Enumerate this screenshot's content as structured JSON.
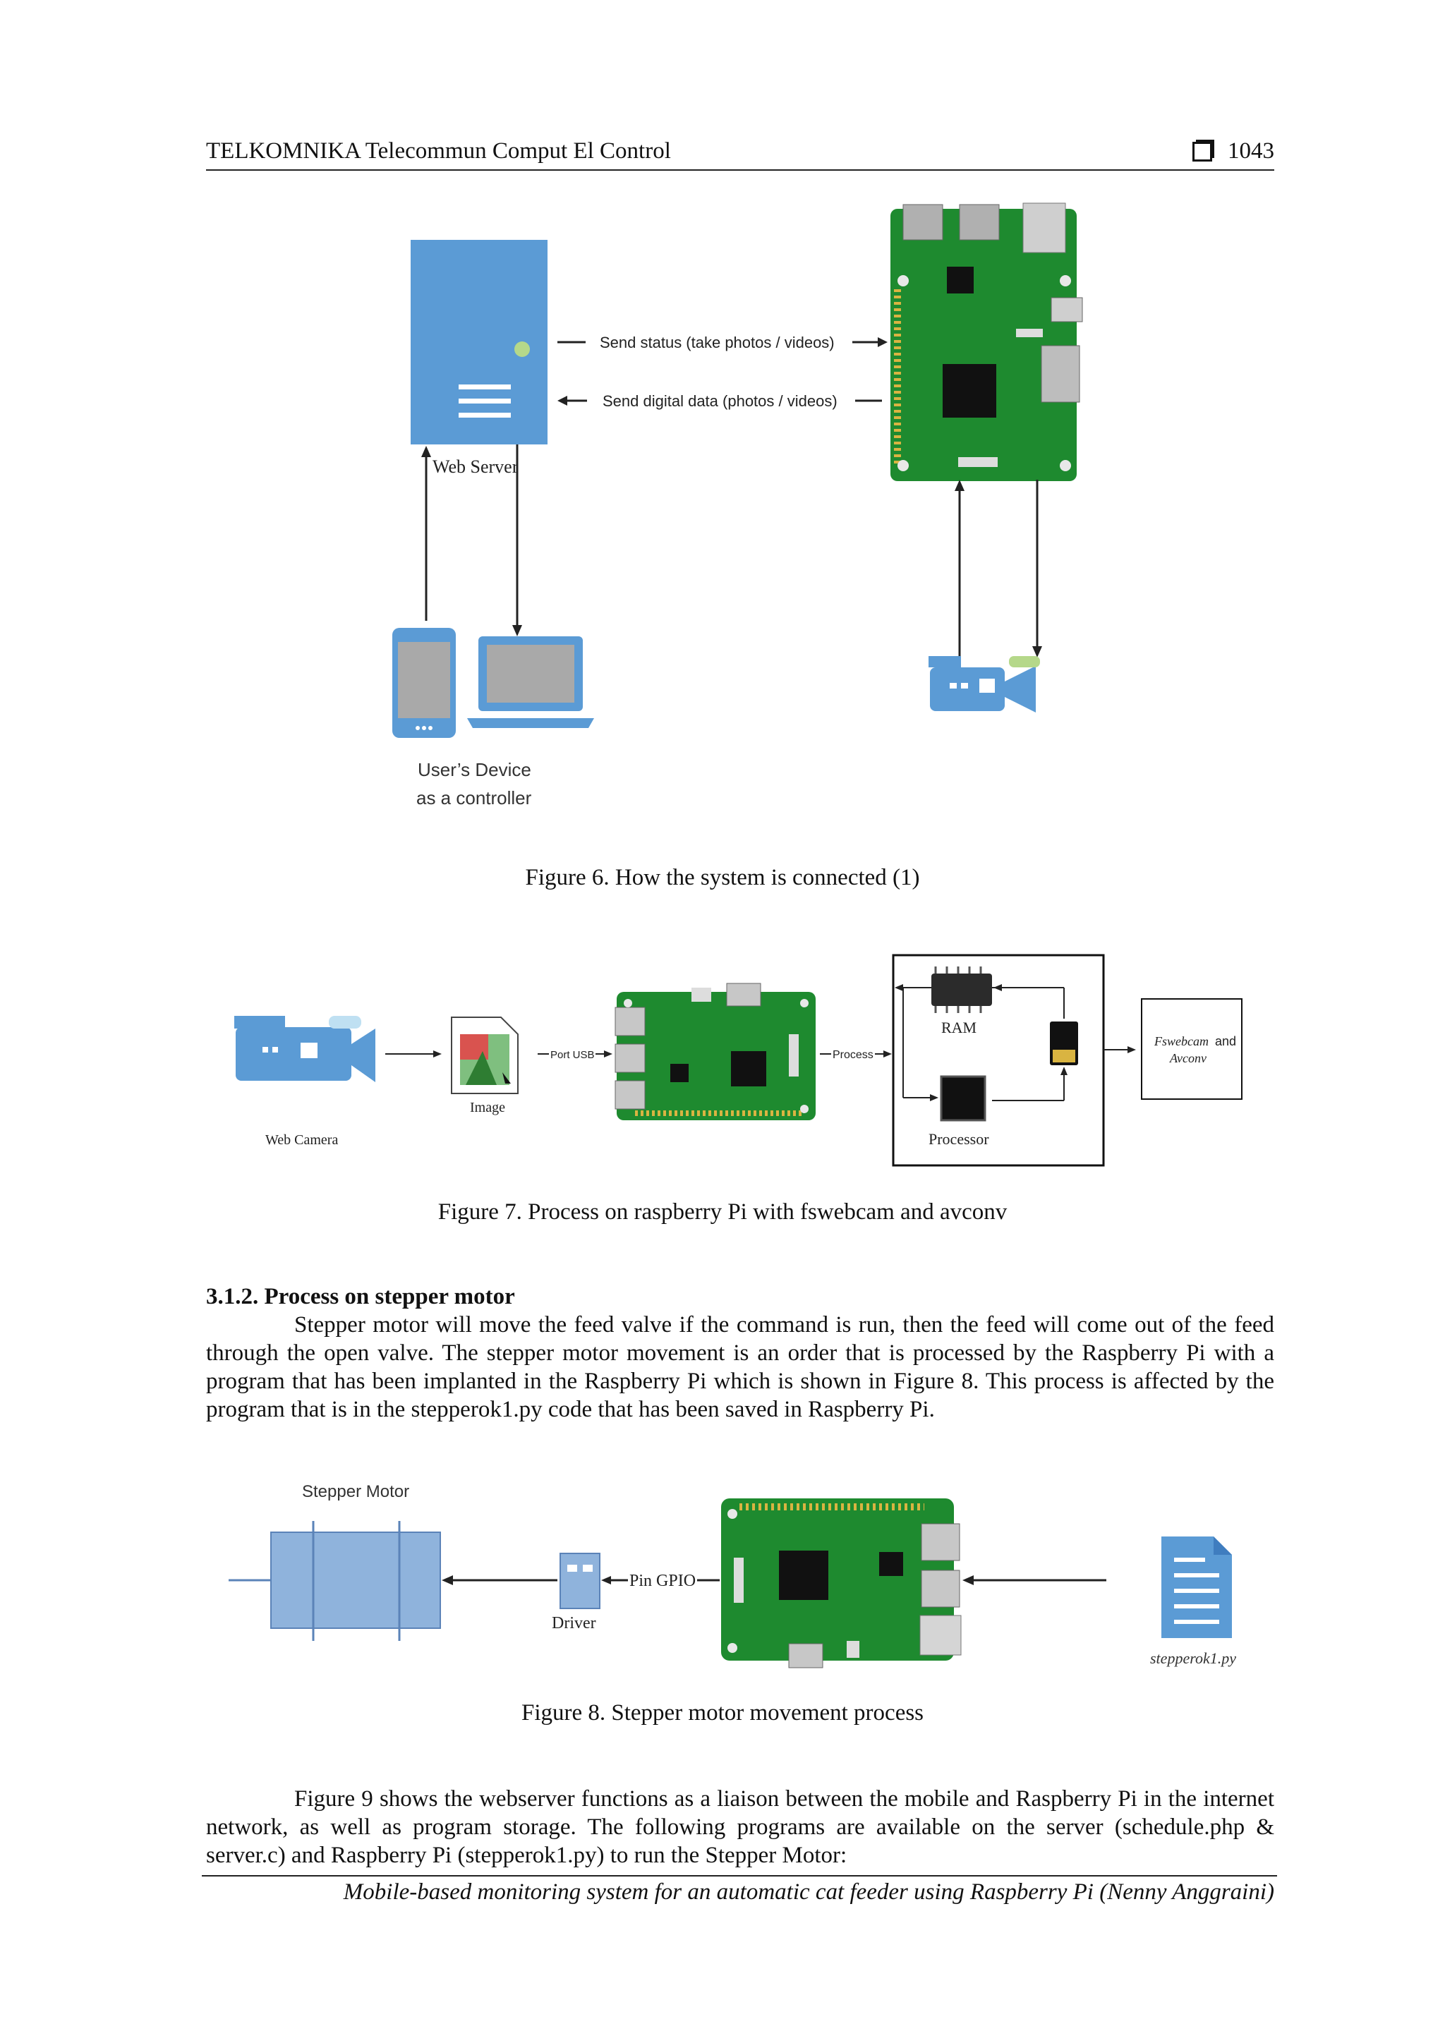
{
  "header": {
    "journal": "TELKOMNIKA Telecommun Comput El Control",
    "page_number": "1043",
    "box_icon": "square-bullet-icon"
  },
  "figure6": {
    "caption": "Figure 6. How the system is connected (1)",
    "server_label": "Web Server",
    "arrow_top_label": "Send status (take photos / videos)",
    "arrow_bottom_label": "Send digital data (photos / videos)",
    "device_label_line1": "User’s Device",
    "device_label_line2": "as a controller",
    "icons": [
      "server-icon",
      "raspberry-pi-board-icon",
      "smartphone-icon",
      "laptop-icon",
      "video-camera-icon"
    ]
  },
  "figure7": {
    "caption": "Figure 7. Process on raspberry Pi with fswebcam and avconv",
    "camera_label": "Web Camera",
    "image_label": "Image",
    "port_label": "Port USB",
    "process_label": "Process",
    "ram_label": "RAM",
    "processor_label": "Processor",
    "software_label_1": "Fswebcam",
    "software_label_and": "and",
    "software_label_2": "Avconv"
  },
  "section": {
    "heading": "3.1.2. Process on stepper motor",
    "paragraph": "Stepper motor will move the feed valve if the command is run, then the feed will come out of the feed through the open valve. The stepper motor movement is an order that is processed by the Raspberry Pi with a program that has been implanted in the Raspberry Pi which is shown in Figure 8. This process is affected by the program that is in the stepperok1.py code that has been saved in Raspberry Pi."
  },
  "figure8": {
    "caption": "Figure 8. Stepper motor movement process",
    "motor_label": "Stepper Motor",
    "driver_label": "Driver",
    "gpio_label": "Pin GPIO",
    "file_label": "stepperok1.py"
  },
  "closing_paragraph": "Figure 9 shows the webserver functions as a liaison between the mobile and Raspberry Pi in the internet network, as well as program storage. The following programs are available on the server (schedule.php & server.c) and Raspberry Pi (stepperok1.py) to run the Stepper Motor:",
  "footer": "Mobile-based monitoring system for an automatic cat feeder using Raspberry Pi (Nenny Anggraini)",
  "colors": {
    "accent_blue": "#5b9bd5",
    "board_green": "#1e8a2f",
    "motor_blue": "#8fb3dc"
  }
}
